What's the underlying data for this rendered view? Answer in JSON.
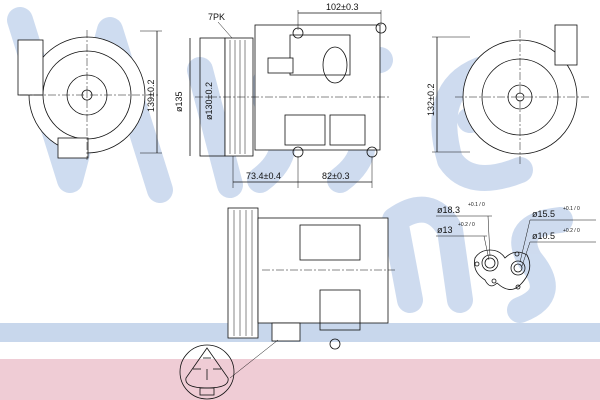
{
  "watermark": {
    "text": "Nissens",
    "color": "#c9d8ee"
  },
  "bands": {
    "blue": "#c8d7ec",
    "pink": "#efccd5"
  },
  "dimensions": {
    "belt": "7PK",
    "top_width": "102±0.3",
    "left_height": "139±0.2",
    "pulley_outer": "ø135",
    "pulley_inner": "ø130±0.2",
    "right_height": "132±0.2",
    "bottom_left": "73.4±0.4",
    "bottom_right": "82±0.3"
  },
  "port_dims": {
    "d1": "ø18.3",
    "d1_tol": "+0.1 / 0",
    "d2": "ø13",
    "d2_tol": "+0.2 / 0",
    "d3": "ø15.5",
    "d3_tol": "+0.1 / 0",
    "d4": "ø10.5",
    "d4_tol": "+0.2 / 0"
  }
}
